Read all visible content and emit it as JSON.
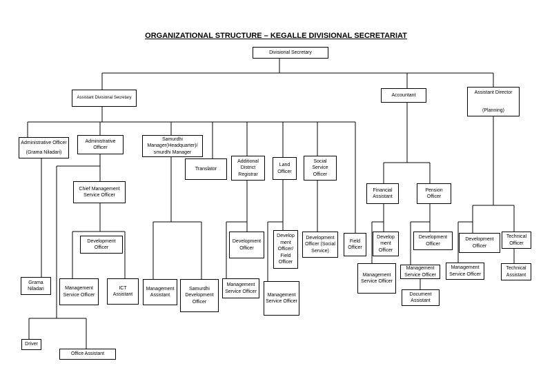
{
  "title": "ORGANIZATIONAL STRUCTURE – KEGALLE DIVISIONAL SECRETARIAT",
  "nodes": {
    "divisional_secretary": "Divisional Secretary",
    "assistant_divisional_secretary": "Assistant Divisional Secretary",
    "accountant": "Accountant",
    "assistant_director": {
      "line1": "Assistant Director",
      "line2": "(Planning)"
    },
    "administrative_officer_gn": {
      "line1": "Administrative Officer",
      "line2": "(Grama Niladari)"
    },
    "administrative_officer": "Administrative Officer",
    "samurdhi_manager": "Samurdhi Manager(Headquarter)/ smurdhi Manager",
    "translator": "Translator",
    "additional_district_registrar": "Additional District Registrar",
    "land_officer": "Land Officer",
    "social_service_officer": "Social Service Officer",
    "chief_management_service_officer": "Chief Management Service Officer",
    "field_officer": "Field Officer",
    "financial_assistant": "Financial Assistant",
    "pension_officer": "Pension Officer",
    "development_officer_admin": "Development Officer",
    "development_officer_registrar": "Development Officer",
    "development_officer_field": "Develop ment Officer/ Field Officer",
    "development_officer_social": "Development Officer (Social Service)",
    "development_officer_accounts": "Develop ment Officer",
    "development_officer_pension": "Development Officer",
    "development_officer_planning": "Development Officer",
    "technical_officer": "Technical Officer",
    "grama_niladari": "Grama Niladari",
    "management_service_officer_admin": "Management Service Officer",
    "ict_assistant": "ICT Assistant",
    "management_assistant": "Management Assistant",
    "samurdhi_development_officer": "Samurdhi Development Officer",
    "management_service_officer_registrar": "Management Service Officer",
    "management_service_officer_land": "Management Service Officer",
    "management_service_officer_accounts": "Management Service Officer",
    "management_service_officer_pension": "Management Service Officer",
    "management_service_officer_planning": "Management Service Officer",
    "technical_assistant": "Technical Assistant",
    "document_assistant": "Document Assistant",
    "driver": "Driver",
    "office_assistant": "Office Assistant"
  }
}
